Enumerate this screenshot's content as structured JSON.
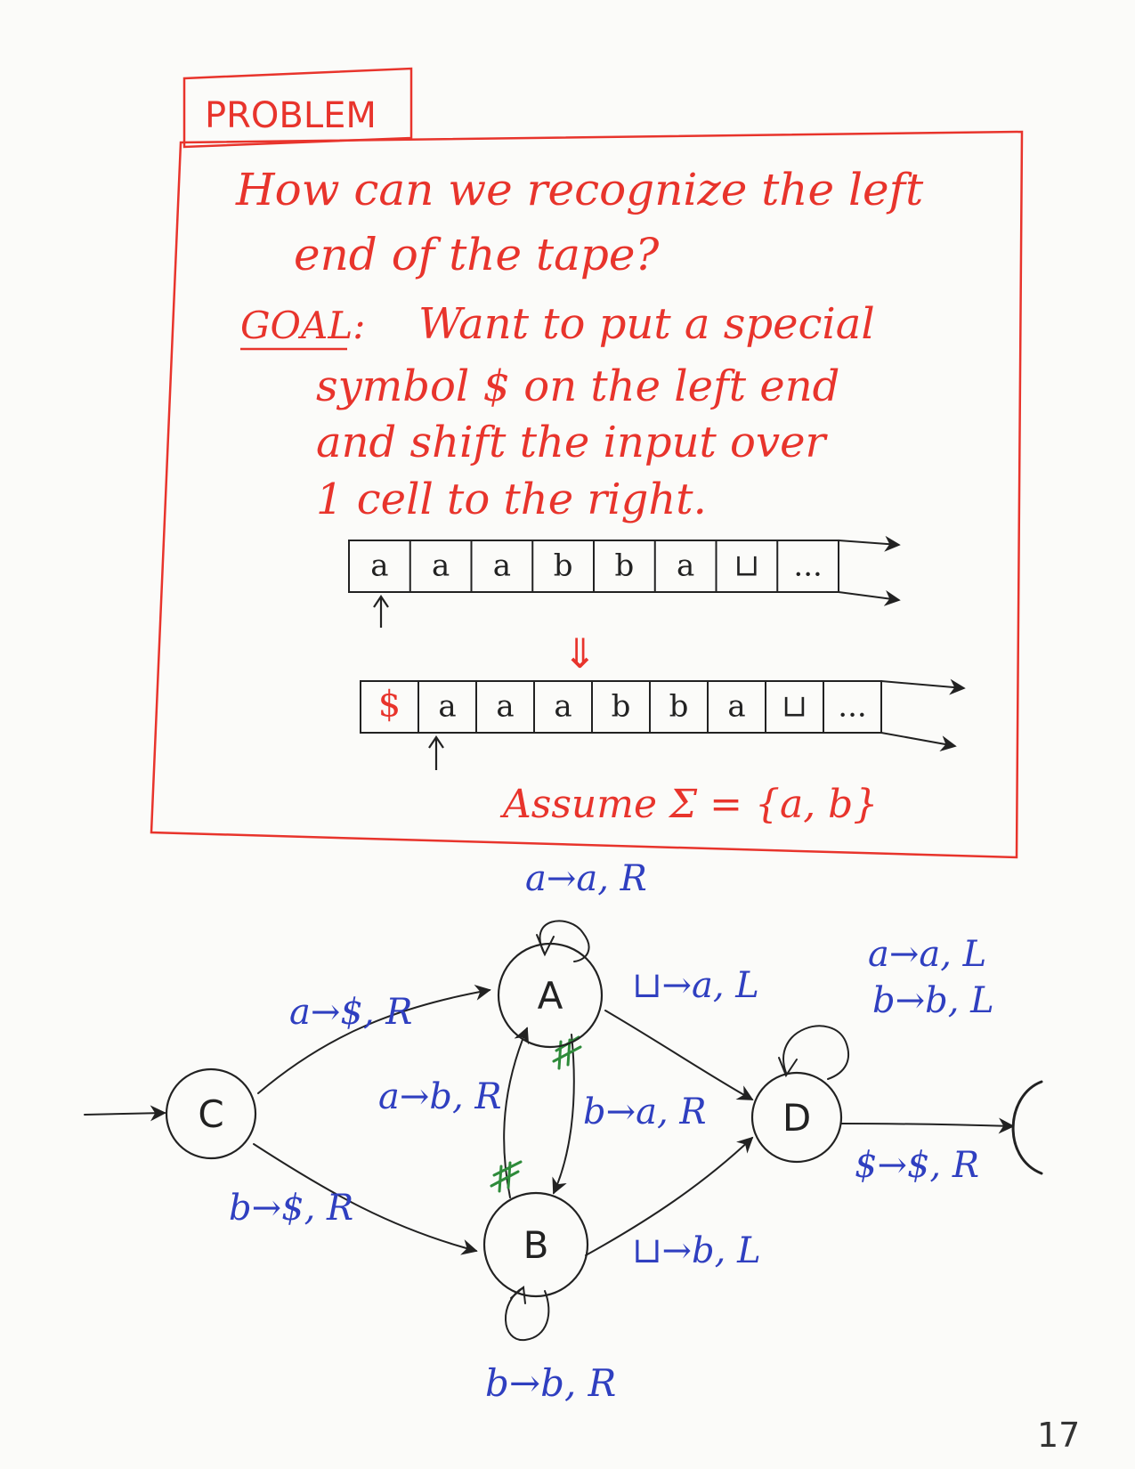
{
  "problem": {
    "title": "PROBLEM",
    "question_line1": "How can we recognize the left",
    "question_line2": "end of the tape?",
    "goal_label": "GOAL:",
    "goal_line1": "Want to put a special",
    "goal_line2": "symbol $ on the left end",
    "goal_line3": "and shift the input over",
    "goal_line4": "1 cell to the right.",
    "assume": "Assume Σ = {a, b}"
  },
  "tape_before": {
    "cells": [
      "a",
      "a",
      "a",
      "b",
      "b",
      "a",
      "⊔",
      "..."
    ]
  },
  "tape_after": {
    "cells": [
      "$",
      "a",
      "a",
      "a",
      "b",
      "b",
      "a",
      "⊔",
      "..."
    ]
  },
  "transform_arrow": "⇓",
  "diagram": {
    "states": {
      "C": "C",
      "A": "A",
      "B": "B",
      "D": "D"
    },
    "labels": {
      "loop_a": "a→a, R",
      "c_to_a": "a→$, R",
      "c_to_b": "b→$, R",
      "a_to_b": "a→b, R",
      "b_to_a": "b→a, R",
      "a_to_d": "⊔→a, L",
      "b_to_d": "⊔→b, L",
      "loop_d_1": "a→a, L",
      "loop_d_2": "b→b, L",
      "d_to_accept": "$→$, R",
      "loop_b": "b→b, R"
    },
    "colors": {
      "problem": "#e8342c",
      "transitions": "#2f3fc0",
      "marks": "#2e8b3a",
      "ink": "#222222"
    }
  },
  "page_number": "17"
}
